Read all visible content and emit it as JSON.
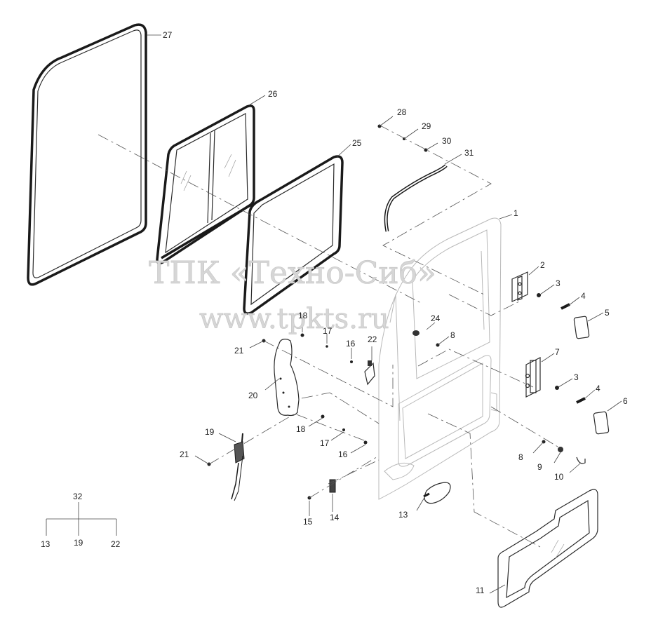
{
  "labels": {
    "l1": "1",
    "l2": "2",
    "l3a": "3",
    "l4a": "4",
    "l5": "5",
    "l3b": "3",
    "l4b": "4",
    "l6": "6",
    "l7": "7",
    "l8a": "8",
    "l8b": "8",
    "l9": "9",
    "l10": "10",
    "l11": "11",
    "l13a": "13",
    "l14": "14",
    "l15": "15",
    "l16a": "16",
    "l16b": "16",
    "l17a": "17",
    "l17b": "17",
    "l18a": "18",
    "l18b": "18",
    "l19": "19",
    "l20": "20",
    "l21a": "21",
    "l21b": "21",
    "l22": "22",
    "l24": "24",
    "l25": "25",
    "l26": "26",
    "l27": "27",
    "l28": "28",
    "l29": "29",
    "l30": "30",
    "l31": "31"
  },
  "legend_tree": {
    "parent": "32",
    "children": [
      "13",
      "19",
      "22"
    ]
  },
  "watermark": {
    "line1": "ТПК «Техно-Сиб»",
    "line2": "www.tpkts.ru"
  }
}
